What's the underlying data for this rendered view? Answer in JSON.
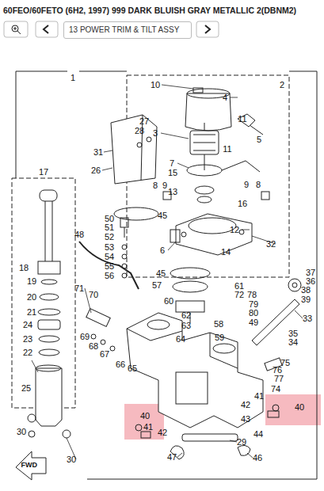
{
  "diagram": {
    "title": "60FEO/60FETO (6H2, 1997) 999 DARK BLUISH GRAY METALLIC 2(DBNM2)",
    "labels": [
      "13 POWER TRIM & TILT ASSY",
      "1",
      "10",
      "2",
      "4",
      "11",
      "27",
      "28",
      "5",
      "3",
      "11",
      "31",
      "7",
      "15",
      "26",
      "17",
      "8",
      "9",
      "13",
      "9",
      "8",
      "16",
      "45",
      "50",
      "51",
      "12",
      "52",
      "48",
      "32",
      "53",
      "6",
      "14",
      "54",
      "18",
      "55",
      "56",
      "45",
      "37",
      "19",
      "36",
      "57",
      "61",
      "71",
      "38",
      "72",
      "78",
      "70",
      "20",
      "39",
      "60",
      "79",
      "21",
      "80",
      "62",
      "33",
      "49",
      "58",
      "63",
      "24",
      "35",
      "69",
      "59",
      "64",
      "23",
      "34",
      "68",
      "22",
      "67",
      "75",
      "66",
      "65",
      "76",
      "77",
      "25",
      "74",
      "41",
      "42",
      "40",
      "40",
      "43",
      "41",
      "42",
      "30",
      "44",
      "29",
      "47",
      "46",
      "30",
      "FWD"
    ]
  }
}
